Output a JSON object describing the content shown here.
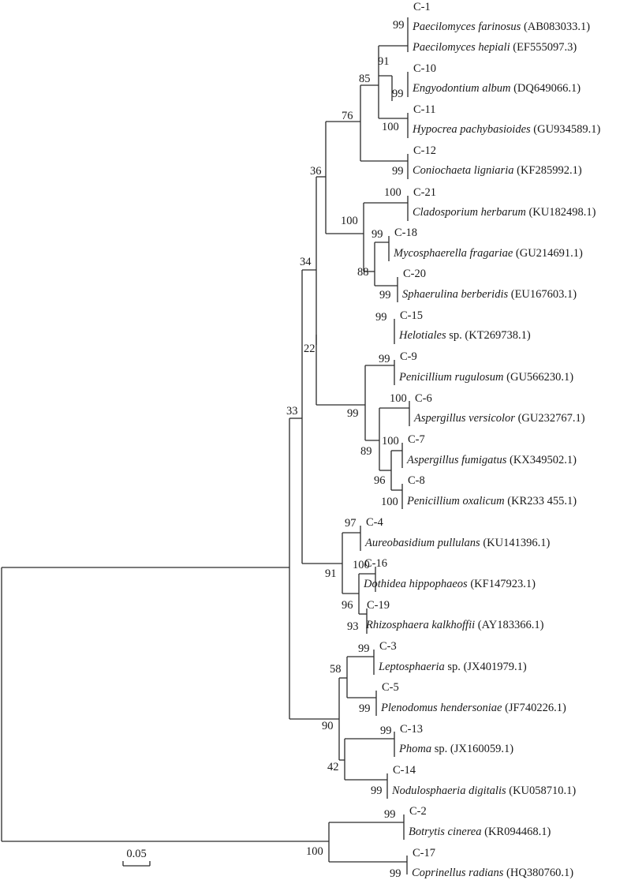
{
  "scale_bar": {
    "label": "0.05"
  },
  "tips": [
    {
      "code": "C-1",
      "genus": "Paecilomyces farinosus",
      "acc": "(AB083033.1)"
    },
    {
      "code": "",
      "genus": "Paecilomyces hepiali",
      "acc": "(EF555097.3)"
    },
    {
      "code": "C-10",
      "genus": "Engyodontium album",
      "acc": "(DQ649066.1)"
    },
    {
      "code": "C-11",
      "genus": "Hypocrea pachybasioides",
      "acc": "(GU934589.1)"
    },
    {
      "code": "C-12",
      "genus": "Coniochaeta ligniaria",
      "acc": "(KF285992.1)"
    },
    {
      "code": "C-21",
      "genus": "Cladosporium herbarum",
      "acc": "(KU182498.1)"
    },
    {
      "code": "C-18",
      "genus": "Mycosphaerella fragariae",
      "acc": "(GU214691.1)"
    },
    {
      "code": "C-20",
      "genus": "Sphaerulina berberidis",
      "acc": "(EU167603.1)"
    },
    {
      "code": "C-15",
      "genus": "Helotiales",
      "sp": "sp.",
      "acc": "(KT269738.1)"
    },
    {
      "code": "C-9",
      "genus": "Penicillium rugulosum",
      "acc": "(GU566230.1)"
    },
    {
      "code": "C-6",
      "genus": "Aspergillus versicolor",
      "acc": "(GU232767.1)"
    },
    {
      "code": "C-7",
      "genus": "Aspergillus fumigatus",
      "acc": "(KX349502.1)"
    },
    {
      "code": "C-8",
      "genus": "Penicillium oxalicum",
      "acc": "(KR233  455.1)"
    },
    {
      "code": "C-4",
      "genus": "Aureobasidium pullulans",
      "acc": "(KU141396.1)"
    },
    {
      "code": "C-16",
      "genus": "Dothidea hippophaeos",
      "acc": "(KF147923.1)"
    },
    {
      "code": "C-19",
      "genus": "Rhizosphaera kalkhoffii",
      "acc": "(AY183366.1)"
    },
    {
      "code": "C-3",
      "genus": "Leptosphaeria",
      "sp": "sp.",
      "acc": "(JX401979.1)"
    },
    {
      "code": "C-5",
      "genus": "Plenodomus hendersoniae",
      "acc": "(JF740226.1)"
    },
    {
      "code": "C-13",
      "genus": "Phoma",
      "sp": "sp.",
      "acc": "(JX160059.1)"
    },
    {
      "code": "C-14",
      "genus": "Nodulosphaeria digitalis",
      "acc": "(KU058710.1)"
    },
    {
      "code": "C-2",
      "genus": "Botrytis cinerea",
      "acc": "(KR094468.1)"
    },
    {
      "code": "C-17",
      "genus": "Coprinellus radians",
      "acc": "(HQ380760.1)"
    }
  ],
  "bootstrap": [
    {
      "id": "n1",
      "value": "99"
    },
    {
      "id": "n2",
      "value": "91"
    },
    {
      "id": "n3",
      "value": "99"
    },
    {
      "id": "n4",
      "value": "85"
    },
    {
      "id": "n5",
      "value": "100"
    },
    {
      "id": "n6",
      "value": "76"
    },
    {
      "id": "n7",
      "value": "99"
    },
    {
      "id": "n8",
      "value": "36"
    },
    {
      "id": "n9",
      "value": "100"
    },
    {
      "id": "n10",
      "value": "100"
    },
    {
      "id": "n11",
      "value": "99"
    },
    {
      "id": "n12",
      "value": "88"
    },
    {
      "id": "n13",
      "value": "99"
    },
    {
      "id": "n14",
      "value": "34"
    },
    {
      "id": "n15",
      "value": "99"
    },
    {
      "id": "n16",
      "value": "22"
    },
    {
      "id": "n17",
      "value": "99"
    },
    {
      "id": "n18",
      "value": "99"
    },
    {
      "id": "n19",
      "value": "100"
    },
    {
      "id": "n20",
      "value": "89"
    },
    {
      "id": "n21",
      "value": "100"
    },
    {
      "id": "n22",
      "value": "96"
    },
    {
      "id": "n23",
      "value": "100"
    },
    {
      "id": "n24",
      "value": "33"
    },
    {
      "id": "n25",
      "value": "97"
    },
    {
      "id": "n26",
      "value": "91"
    },
    {
      "id": "n27",
      "value": "100"
    },
    {
      "id": "n28",
      "value": "96"
    },
    {
      "id": "n29",
      "value": "93"
    },
    {
      "id": "n30",
      "value": "99"
    },
    {
      "id": "n31",
      "value": "58"
    },
    {
      "id": "n32",
      "value": "99"
    },
    {
      "id": "n33",
      "value": "90"
    },
    {
      "id": "n34",
      "value": "99"
    },
    {
      "id": "n35",
      "value": "42"
    },
    {
      "id": "n36",
      "value": "99"
    },
    {
      "id": "n37",
      "value": "99"
    },
    {
      "id": "n38",
      "value": "100"
    },
    {
      "id": "n39",
      "value": "99"
    }
  ]
}
